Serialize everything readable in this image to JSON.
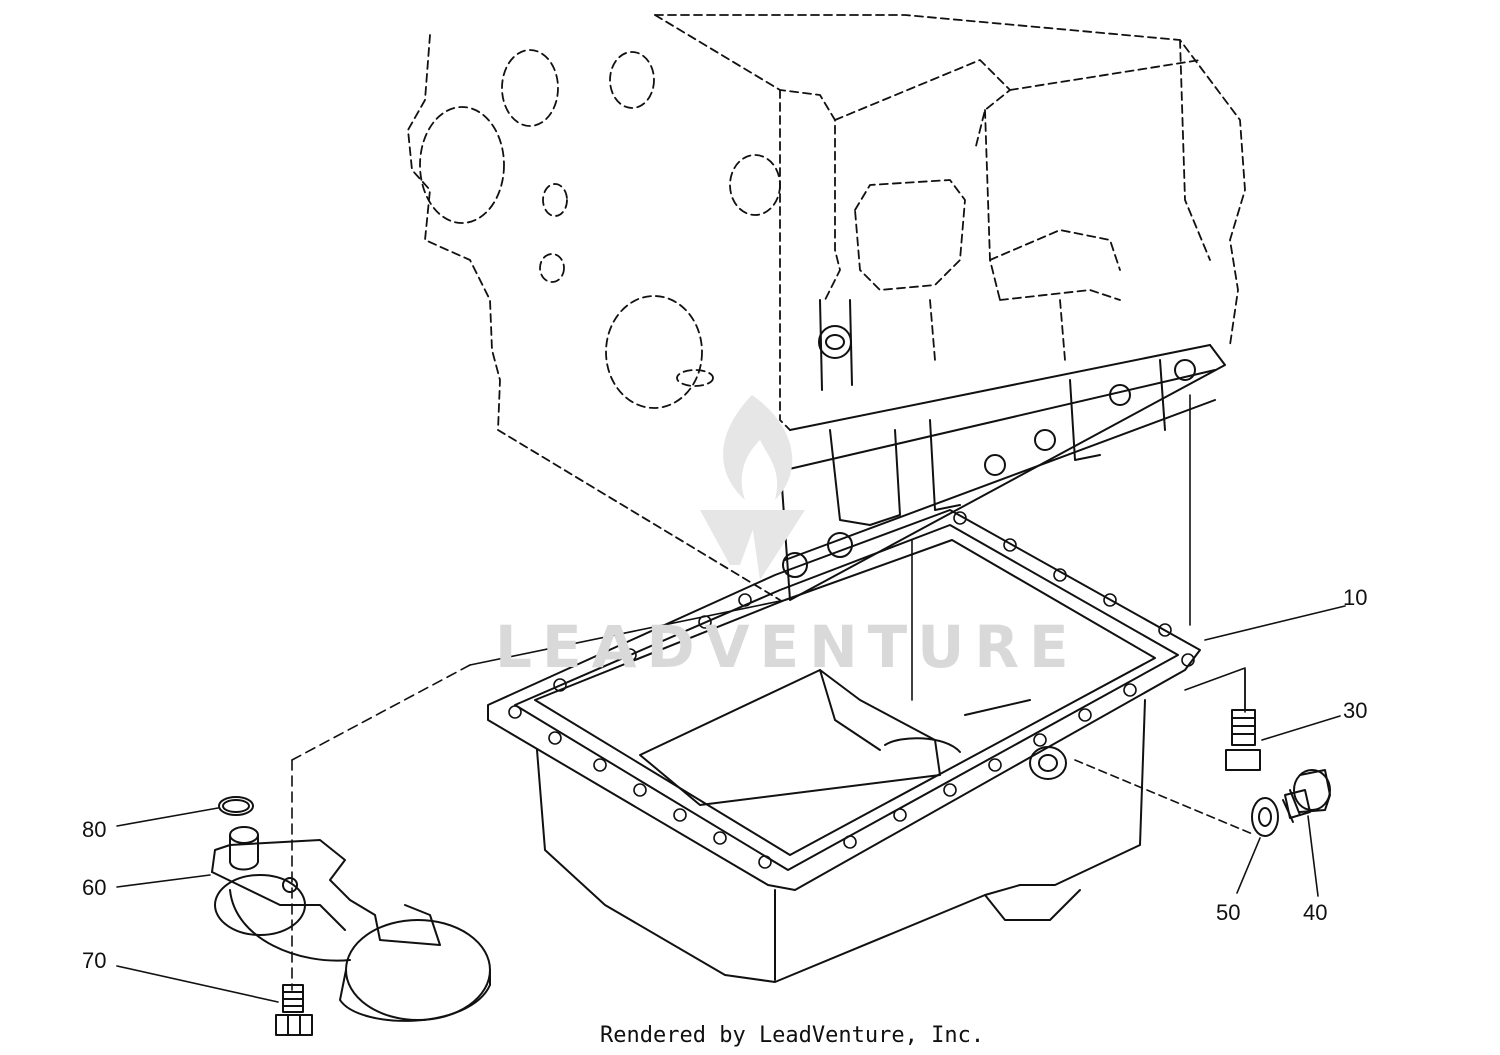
{
  "watermark": {
    "text": "LEADVENTURE"
  },
  "footer": {
    "credit": "Rendered by LeadVenture, Inc."
  },
  "callouts": [
    {
      "id": "10",
      "label": "10"
    },
    {
      "id": "30",
      "label": "30"
    },
    {
      "id": "40",
      "label": "40"
    },
    {
      "id": "50",
      "label": "50"
    },
    {
      "id": "60",
      "label": "60"
    },
    {
      "id": "70",
      "label": "70"
    },
    {
      "id": "80",
      "label": "80"
    }
  ],
  "colors": {
    "line": "#111111",
    "watermark": "#d9d9d9",
    "background": "#ffffff"
  }
}
